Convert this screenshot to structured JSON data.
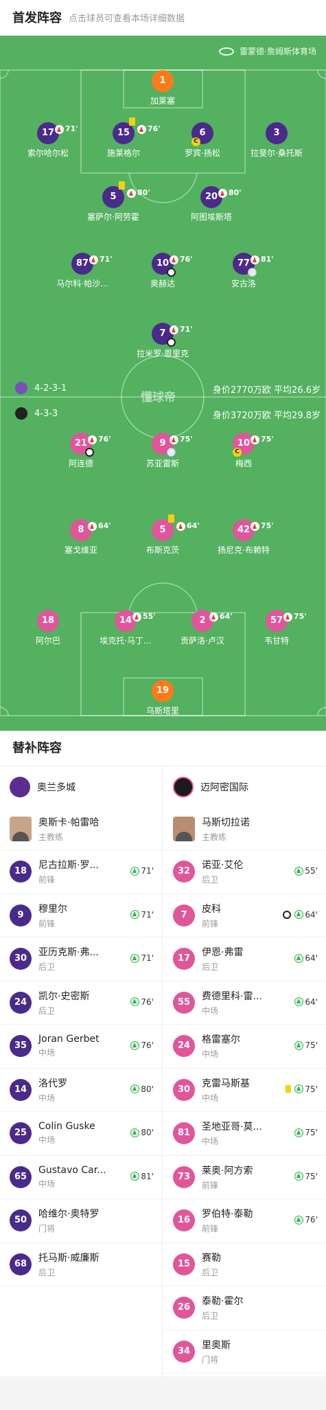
{
  "header": {
    "title": "首发阵容",
    "subtitle": "点击球员可查看本场详细数据"
  },
  "pitch": {
    "venue": "雷蒙德·詹姆斯体育场",
    "watermark": "懂球帝",
    "colors": {
      "home": "#4a2a8a",
      "away": "#e0569b",
      "goalkeeper": "#ff7a1a",
      "pitch": "#53b15f"
    },
    "home_formation": "4-2-3-1",
    "away_formation": "4-3-3",
    "home_value": "身价2770万欧  平均26.6岁",
    "away_value": "身价3720万欧  平均29.8岁"
  },
  "home_players": [
    {
      "num": "1",
      "name": "加莱塞",
      "gk": true
    },
    {
      "num": "17",
      "name": "索尔哈尔松",
      "sub": "71'"
    },
    {
      "num": "15",
      "name": "施莱格尔",
      "sub": "76'",
      "yellow": true
    },
    {
      "num": "6",
      "name": "罗宾·扬松",
      "captain": true
    },
    {
      "num": "3",
      "name": "拉斐尔·桑托斯"
    },
    {
      "num": "5",
      "name": "塞萨尔·阿劳霍",
      "sub": "80'",
      "yellow": true
    },
    {
      "num": "20",
      "name": "阿图埃斯塔",
      "sub": "80'"
    },
    {
      "num": "87",
      "name": "马尔科·帕沙...",
      "sub": "71'"
    },
    {
      "num": "10",
      "name": "奥赫达",
      "sub": "76'",
      "goal": true
    },
    {
      "num": "77",
      "name": "安古洛",
      "sub": "81'",
      "og": true
    },
    {
      "num": "7",
      "name": "拉米罗·恩里克",
      "sub": "71'",
      "goal": true
    }
  ],
  "away_players": [
    {
      "num": "21",
      "name": "阿连德",
      "sub": "76'",
      "goal": true
    },
    {
      "num": "9",
      "name": "苏亚雷斯",
      "sub": "75'",
      "og": true
    },
    {
      "num": "10",
      "name": "梅西",
      "sub": "75'",
      "captain": true
    },
    {
      "num": "8",
      "name": "塞戈维亚",
      "sub": "64'"
    },
    {
      "num": "5",
      "name": "布斯克茨",
      "sub": "64'",
      "yellow": true
    },
    {
      "num": "42",
      "name": "扬尼克·布赖特",
      "sub": "75'"
    },
    {
      "num": "18",
      "name": "阿尔巴"
    },
    {
      "num": "14",
      "name": "埃克托·马丁...",
      "sub": "55'"
    },
    {
      "num": "2",
      "name": "贡萨洛·卢汉",
      "sub": "64'"
    },
    {
      "num": "57",
      "name": "韦甘特",
      "sub": "75'"
    },
    {
      "num": "19",
      "name": "乌斯塔里",
      "gk": true
    }
  ],
  "subs": {
    "title": "替补阵容",
    "home": {
      "team": "奥兰多城",
      "coach": {
        "name": "奥斯卡·帕雷哈",
        "role": "主教练"
      },
      "players": [
        {
          "num": "18",
          "name": "尼古拉斯·罗...",
          "pos": "前锋",
          "min": "71'"
        },
        {
          "num": "9",
          "name": "穆里尔",
          "pos": "前锋",
          "min": "71'"
        },
        {
          "num": "30",
          "name": "亚历克斯·弗...",
          "pos": "后卫",
          "min": "71'"
        },
        {
          "num": "24",
          "name": "凯尔·史密斯",
          "pos": "后卫",
          "min": "76'"
        },
        {
          "num": "35",
          "name": "Joran Gerbet",
          "pos": "中场",
          "min": "76'"
        },
        {
          "num": "14",
          "name": "洛代罗",
          "pos": "中场",
          "min": "80'"
        },
        {
          "num": "25",
          "name": "Colin Guske",
          "pos": "中场",
          "min": "80'"
        },
        {
          "num": "65",
          "name": "Gustavo Car...",
          "pos": "中场",
          "min": "81'"
        },
        {
          "num": "50",
          "name": "哈维尔·奥特罗",
          "pos": "门将",
          "min": ""
        },
        {
          "num": "68",
          "name": "托马斯·威廉斯",
          "pos": "后卫",
          "min": ""
        }
      ]
    },
    "away": {
      "team": "迈阿密国际",
      "coach": {
        "name": "马斯切拉诺",
        "role": "主教练"
      },
      "players": [
        {
          "num": "32",
          "name": "诺亚·艾伦",
          "pos": "后卫",
          "min": "55'"
        },
        {
          "num": "7",
          "name": "皮科",
          "pos": "前锋",
          "min": "64'",
          "goal": true
        },
        {
          "num": "17",
          "name": "伊恩·弗雷",
          "pos": "后卫",
          "min": "64'"
        },
        {
          "num": "55",
          "name": "费德里科·雷...",
          "pos": "中场",
          "min": "64'"
        },
        {
          "num": "24",
          "name": "格雷塞尔",
          "pos": "中场",
          "min": "75'"
        },
        {
          "num": "30",
          "name": "克雷马斯基",
          "pos": "中场",
          "min": "75'",
          "yellow": true
        },
        {
          "num": "81",
          "name": "圣地亚哥·莫...",
          "pos": "中场",
          "min": "75'"
        },
        {
          "num": "73",
          "name": "莱奥·阿方索",
          "pos": "前锋",
          "min": "75'"
        },
        {
          "num": "16",
          "name": "罗伯特·泰勒",
          "pos": "前锋",
          "min": "76'"
        },
        {
          "num": "15",
          "name": "赛勒",
          "pos": "后卫",
          "min": ""
        },
        {
          "num": "26",
          "name": "泰勒·霍尔",
          "pos": "后卫",
          "min": ""
        },
        {
          "num": "34",
          "name": "里奥斯",
          "pos": "门将",
          "min": ""
        }
      ]
    }
  }
}
